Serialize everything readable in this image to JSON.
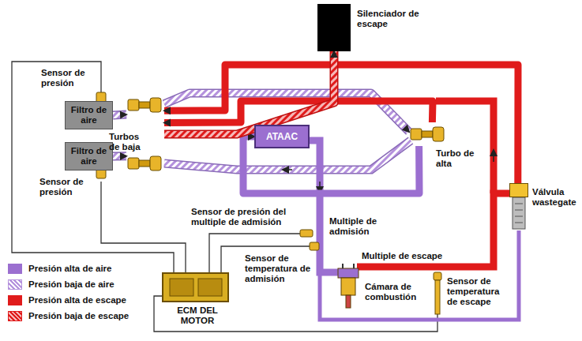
{
  "diagram": {
    "nodes": [
      {
        "text": [
          "Silenciador de escape"
        ]
      },
      {
        "text": [
          "Filtro de aire"
        ]
      },
      {
        "text": [
          "Filtro de aire"
        ]
      },
      {
        "text": [
          "Turbos de baja"
        ]
      },
      {
        "text": [
          "ATAAC"
        ]
      },
      {
        "text": [
          "Turbo de alta"
        ]
      },
      {
        "text": [
          "Válvula wastegate"
        ]
      },
      {
        "text": [
          "ECM DEL MOTOR"
        ]
      }
    ],
    "edges": [
      {
        "from": 1,
        "to": 3,
        "arrow": "to"
      },
      {
        "from": 2,
        "to": 3,
        "arrow": "to"
      },
      {
        "from": 3,
        "to": 5,
        "arrow": "to"
      },
      {
        "from": 5,
        "to": 4,
        "arrow": "to"
      },
      {
        "from": 5,
        "to": 3,
        "arrow": "to"
      },
      {
        "from": 6,
        "to": 3,
        "arrow": "to"
      },
      {
        "from": 3,
        "to": 0,
        "arrow": "to"
      }
    ],
    "labels": [
      "Sensor de presión",
      "Sensor de presión",
      "Sensor de presión del multiple de admisión",
      "Multiple de admisión",
      "Sensor de temperatura de admisión",
      "Multiple de escape",
      "Cámara de combustión",
      "Sensor de temperatura de escape"
    ],
    "legend": [
      {
        "text": "Presión alta de aire",
        "color": "#9b6fd0"
      },
      {
        "text": "Presión baja de aire"
      },
      {
        "text": "Presión alta de escape",
        "color": "#e01b1b"
      },
      {
        "text": "Presión baja de escape"
      }
    ]
  }
}
